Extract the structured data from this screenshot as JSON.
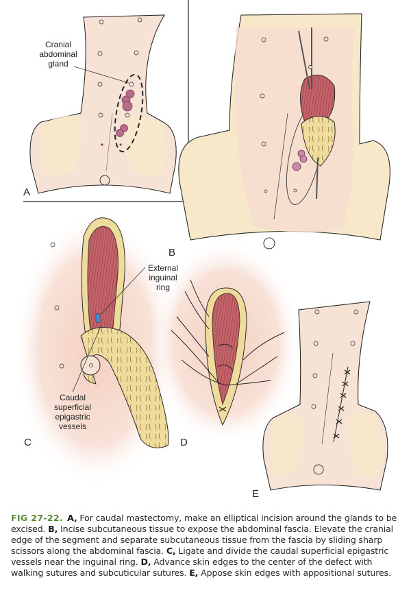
{
  "figure": {
    "number": "FIG 27-22.",
    "accent_color": "#5b8a3a",
    "panels": [
      {
        "letter": "A",
        "labels": [
          "Cranial abdominal gland"
        ]
      },
      {
        "letter": "B",
        "labels": []
      },
      {
        "letter": "C",
        "labels": [
          "External inguinal ring",
          "Caudal superficial epigastric vessels"
        ]
      },
      {
        "letter": "D",
        "labels": []
      },
      {
        "letter": "E",
        "labels": []
      }
    ],
    "label_lines": {
      "cranial": [
        "Cranial",
        "abdominal",
        "gland"
      ],
      "external": [
        "External",
        "inguinal",
        "ring"
      ],
      "caudal": [
        "Caudal",
        "superficial",
        "epigastric",
        "vessels"
      ]
    },
    "caption": {
      "A_letter": "A,",
      "A_text": " For caudal mastectomy, make an elliptical incision around the glands to be excised. ",
      "B_letter": "B,",
      "B_text": " Incise subcutaneous tissue to expose the abdominal fascia. Elevate the cranial edge of the segment and separate subcutaneous tissue from the fascia by sliding sharp scissors along the abdominal fascia. ",
      "C_letter": "C,",
      "C_text": " Ligate and divide the caudal superficial epigastric vessels near the inguinal ring. ",
      "D_letter": "D,",
      "D_text": " Advance skin edges to the center of the defect with walking sutures and subcuticular sutures. ",
      "E_letter": "E,",
      "E_text": " Appose skin edges with appositional sutures."
    },
    "colors": {
      "skin": "#f7e3d6",
      "skin_leg": "#f6e8c8",
      "muscle": "#c4646a",
      "fat": "#efdc9c",
      "gland": "#b86c8a",
      "vessel": "#4a8fd0",
      "outline": "#2a2a2a"
    }
  }
}
